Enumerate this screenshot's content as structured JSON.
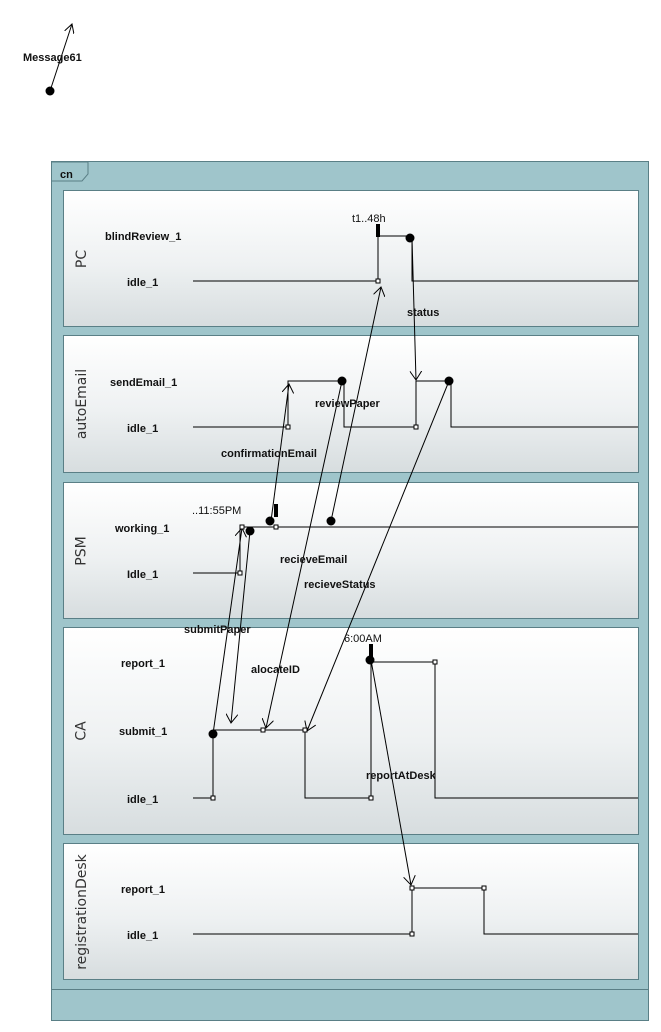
{
  "frame": {
    "name": "cn"
  },
  "lost_message": {
    "label": "Message61"
  },
  "lanes": [
    {
      "name": "PC",
      "states": [
        "blindReview_1",
        "idle_1"
      ]
    },
    {
      "name": "autoEmail",
      "states": [
        "sendEmail_1",
        "idle_1"
      ]
    },
    {
      "name": "PSM",
      "states": [
        "working_1",
        "Idle_1"
      ]
    },
    {
      "name": "CA",
      "states": [
        "report_1",
        "submit_1",
        "idle_1"
      ]
    },
    {
      "name": "registrationDesk",
      "states": [
        "report_1",
        "idle_1"
      ]
    }
  ],
  "messages": [
    "status",
    "reviewPaper",
    "confirmationEmail",
    "recieveEmail",
    "recieveStatus",
    "submitPaper",
    "alocateID",
    "reportAtDesk"
  ],
  "constraints": [
    "t1..48h",
    "..11:55PM",
    "6:00AM"
  ],
  "colors": {
    "frame": "#9fc5cb",
    "border": "#5a7f86",
    "line": "#000000"
  }
}
